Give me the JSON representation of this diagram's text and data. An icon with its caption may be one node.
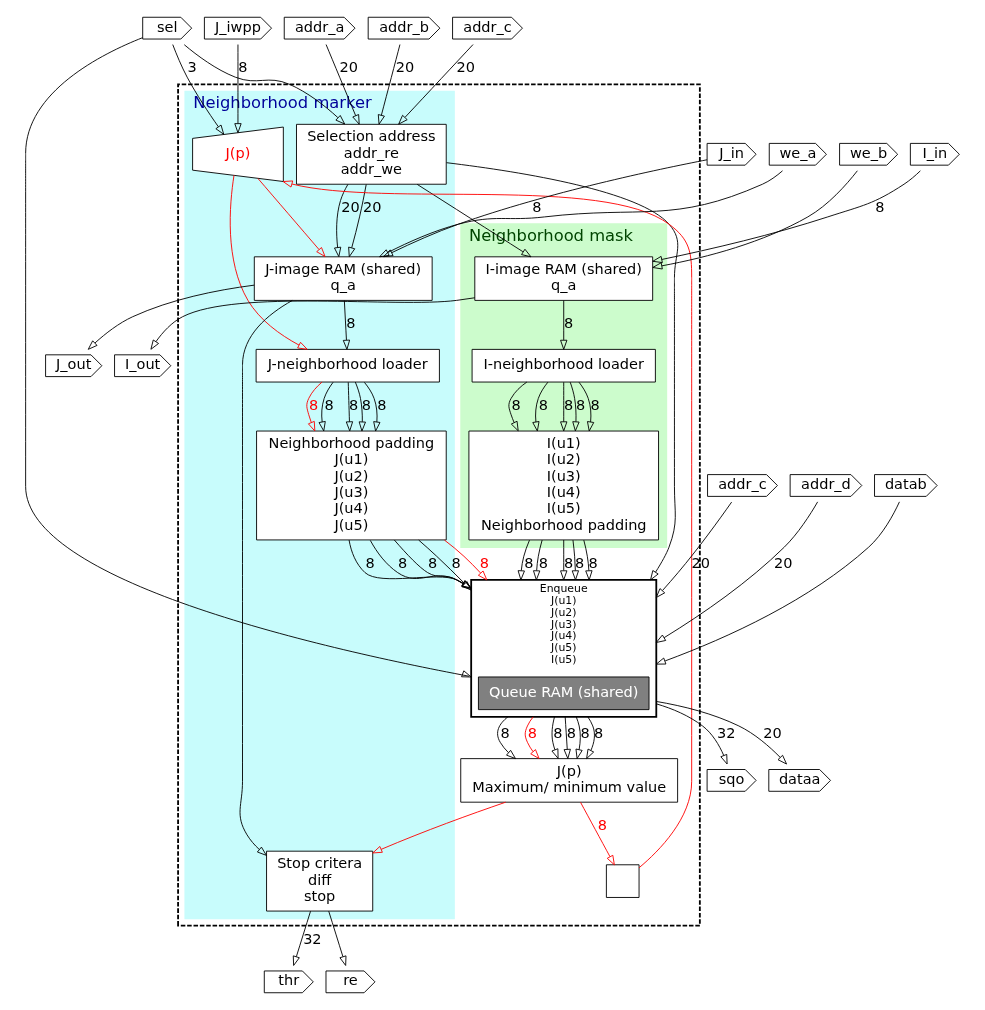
{
  "diagram": {
    "nodes": [
      {
        "text": [],
        "shape": "box"
      },
      {
        "text": [
          "Neighborhood marker"
        ],
        "in": 0
      },
      {
        "text": [
          "J(p)"
        ],
        "in": 1
      },
      {
        "text": [
          "J-image RAM (shared)",
          "q_a"
        ],
        "in": 1
      },
      {
        "text": [
          "J-neighborhood loader"
        ],
        "in": 1
      },
      {
        "text": [
          "Selection address",
          "addr_re",
          "addr_we"
        ],
        "in": 1
      },
      {
        "text": [
          "Stop critera",
          "diff",
          "stop"
        ],
        "in": 1
      },
      {
        "text": [
          "Neighborhood padding",
          "J(u1)",
          "J(u2)",
          "J(u3)",
          "J(u4)",
          "J(u5)"
        ],
        "in": 1
      },
      {
        "text": [],
        "shape": "box",
        "in": 0
      },
      {
        "text": [
          "J(p)",
          "Maximum/ minimum value"
        ],
        "in": 0
      },
      {
        "text": [
          "Enqueue",
          "J(u1)",
          "J(u2)",
          "J(u3)",
          "J(u4)",
          "J(u5)",
          "I(u5)"
        ],
        "in": 0
      },
      {
        "text": [
          "Queue RAM (shared)"
        ],
        "in": 10
      },
      {
        "text": [
          "Neighborhood mask"
        ],
        "in": 0
      },
      {
        "text": [
          "I(u1)",
          "I(u2)",
          "I(u3)",
          "I(u4)",
          "I(u5)",
          "Neighborhood padding"
        ],
        "in": 12
      },
      {
        "text": [
          "I-image RAM (shared)",
          "q_a"
        ],
        "in": 12
      },
      {
        "text": [
          "I-neighborhood loader"
        ],
        "in": 12
      },
      {
        "text": [
          "J_in"
        ]
      },
      {
        "text": [
          "we_a"
        ]
      },
      {
        "text": [
          "J_iwpp"
        ]
      },
      {
        "text": [
          "addr_a"
        ]
      },
      {
        "text": [
          "addr_b"
        ]
      },
      {
        "text": [
          "addr_c"
        ]
      },
      {
        "text": [
          "sel"
        ]
      },
      {
        "text": [
          "addr_c"
        ]
      },
      {
        "text": [
          "we_b"
        ]
      },
      {
        "text": [
          "I_in"
        ]
      },
      {
        "text": [
          "J_out"
        ]
      },
      {
        "text": [
          "thr"
        ]
      },
      {
        "text": [
          "re"
        ]
      },
      {
        "text": [
          "sqo"
        ]
      },
      {
        "text": [
          "dataa"
        ]
      },
      {
        "text": [
          "addr_d"
        ]
      },
      {
        "text": [
          "datab"
        ]
      },
      {
        "text": [
          "I_out"
        ]
      }
    ],
    "edges": [
      {
        "from": 16,
        "to": 3,
        "arrow": "to",
        "label": "8"
      },
      {
        "from": 17,
        "to": 3,
        "arrow": "to"
      },
      {
        "from": 18,
        "to": 2,
        "arrow": "to",
        "label": "8"
      },
      {
        "from": 2,
        "to": 3,
        "arrow": "to",
        "color": "#ff0000"
      },
      {
        "from": 2,
        "to": 4,
        "arrow": "to",
        "color": "#ff0000"
      },
      {
        "from": 8,
        "to": 2,
        "arrow": "to",
        "color": "#ff0000"
      },
      {
        "from": 22,
        "to": 2,
        "arrow": "to",
        "label": "3"
      },
      {
        "from": 22,
        "to": 5,
        "arrow": "to"
      },
      {
        "from": 22,
        "to": 10,
        "arrow": "to"
      },
      {
        "from": 19,
        "to": 5,
        "arrow": "to",
        "label": "20"
      },
      {
        "from": 20,
        "to": 5,
        "arrow": "to",
        "label": "20"
      },
      {
        "from": 21,
        "to": 5,
        "arrow": "to",
        "label": "20"
      },
      {
        "from": 5,
        "to": 3,
        "arrow": "to",
        "label": "20"
      },
      {
        "from": 5,
        "to": 14,
        "arrow": "to"
      },
      {
        "from": 5,
        "to": 3,
        "arrow": "to",
        "label": "20"
      },
      {
        "from": 5,
        "to": 10,
        "arrow": "to"
      },
      {
        "from": 3,
        "to": 4,
        "arrow": "to",
        "label": "8"
      },
      {
        "from": 3,
        "to": 26,
        "arrow": "to"
      },
      {
        "from": 3,
        "to": 6,
        "arrow": "to"
      },
      {
        "from": 6,
        "to": 27,
        "arrow": "to",
        "label": "32"
      },
      {
        "from": 6,
        "to": 28,
        "arrow": "to"
      },
      {
        "from": 4,
        "to": 7,
        "arrow": "to",
        "label": "8"
      },
      {
        "from": 4,
        "to": 7,
        "arrow": "to",
        "label": "8"
      },
      {
        "from": 4,
        "to": 7,
        "arrow": "to",
        "label": "8"
      },
      {
        "from": 4,
        "to": 7,
        "arrow": "to",
        "label": "8"
      },
      {
        "from": 4,
        "to": 7,
        "arrow": "to",
        "label": "8",
        "color": "#ff0000"
      },
      {
        "from": 7,
        "to": 10,
        "arrow": "to",
        "label": "8"
      },
      {
        "from": 7,
        "to": 10,
        "arrow": "to",
        "label": "8"
      },
      {
        "from": 7,
        "to": 10,
        "arrow": "to",
        "label": "8"
      },
      {
        "from": 7,
        "to": 10,
        "arrow": "to",
        "label": "8"
      },
      {
        "from": 7,
        "to": 10,
        "arrow": "to",
        "label": "8",
        "color": "#ff0000"
      },
      {
        "from": 9,
        "to": 8,
        "arrow": "to",
        "label": "8",
        "color": "#ff0000"
      },
      {
        "from": 9,
        "to": 6,
        "arrow": "to",
        "color": "#ff0000"
      },
      {
        "from": 10,
        "to": 9,
        "arrow": "to",
        "label": "8"
      },
      {
        "from": 10,
        "to": 9,
        "arrow": "to",
        "label": "8"
      },
      {
        "from": 10,
        "to": 9,
        "arrow": "to",
        "label": "8"
      },
      {
        "from": 10,
        "to": 9,
        "arrow": "to",
        "label": "8"
      },
      {
        "from": 10,
        "to": 9,
        "arrow": "to",
        "label": "8",
        "color": "#ff0000"
      },
      {
        "from": 10,
        "to": 9,
        "arrow": "to",
        "label": "8"
      },
      {
        "from": 10,
        "to": 29,
        "arrow": "to",
        "label": "32"
      },
      {
        "from": 10,
        "to": 30,
        "arrow": "to",
        "label": "20"
      },
      {
        "from": 31,
        "to": 10,
        "arrow": "to",
        "label": "20"
      },
      {
        "from": 32,
        "to": 10,
        "arrow": "to"
      },
      {
        "from": 23,
        "to": 10,
        "arrow": "to",
        "label": "20"
      },
      {
        "from": 13,
        "to": 10,
        "arrow": "to",
        "label": "8"
      },
      {
        "from": 13,
        "to": 10,
        "arrow": "to",
        "label": "8"
      },
      {
        "from": 13,
        "to": 10,
        "arrow": "to",
        "label": "8"
      },
      {
        "from": 13,
        "to": 10,
        "arrow": "to",
        "label": "8"
      },
      {
        "from": 13,
        "to": 10,
        "arrow": "to",
        "label": "8"
      },
      {
        "from": 15,
        "to": 13,
        "arrow": "to",
        "label": "8"
      },
      {
        "from": 15,
        "to": 13,
        "arrow": "to",
        "label": "8"
      },
      {
        "from": 15,
        "to": 13,
        "arrow": "to",
        "label": "8"
      },
      {
        "from": 15,
        "to": 13,
        "arrow": "to",
        "label": "8"
      },
      {
        "from": 15,
        "to": 13,
        "arrow": "to",
        "label": "8"
      },
      {
        "from": 24,
        "to": 14,
        "arrow": "to"
      },
      {
        "from": 25,
        "to": 14,
        "arrow": "to",
        "label": "8"
      },
      {
        "from": 14,
        "to": 15,
        "arrow": "to",
        "label": "8"
      },
      {
        "from": 14,
        "to": 33,
        "arrow": "to"
      }
    ]
  }
}
